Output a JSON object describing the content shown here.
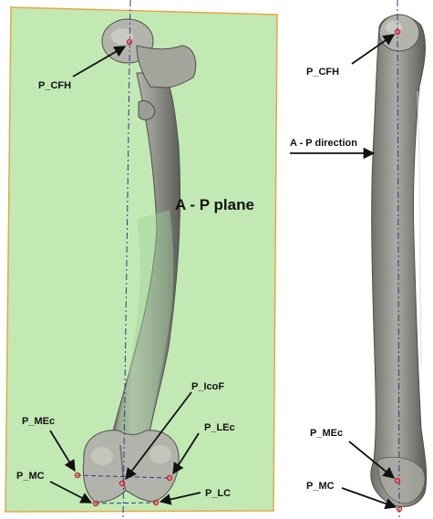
{
  "colors": {
    "plane_fill": "#bfe8b0",
    "plane_border": "#e5a33c",
    "bone_fill": "#8f918a",
    "bone_light": "#bfc1b9",
    "bone_dark": "#5e605a",
    "axis_line": "#2b3a8c",
    "landmark_point": "#e0202a",
    "arrow": "#111111"
  },
  "left_panel": {
    "plane_label": "A - P plane",
    "landmarks": {
      "cfh": "P_CFH",
      "icof": "P_IcoF",
      "mec": "P_MEc",
      "lec": "P_LEc",
      "mc": "P_MC",
      "lc": "P_LC"
    }
  },
  "right_panel": {
    "direction_label": "A - P direction",
    "landmarks": {
      "cfh": "P_CFH",
      "mec": "P_MEc",
      "mc": "P_MC"
    }
  }
}
